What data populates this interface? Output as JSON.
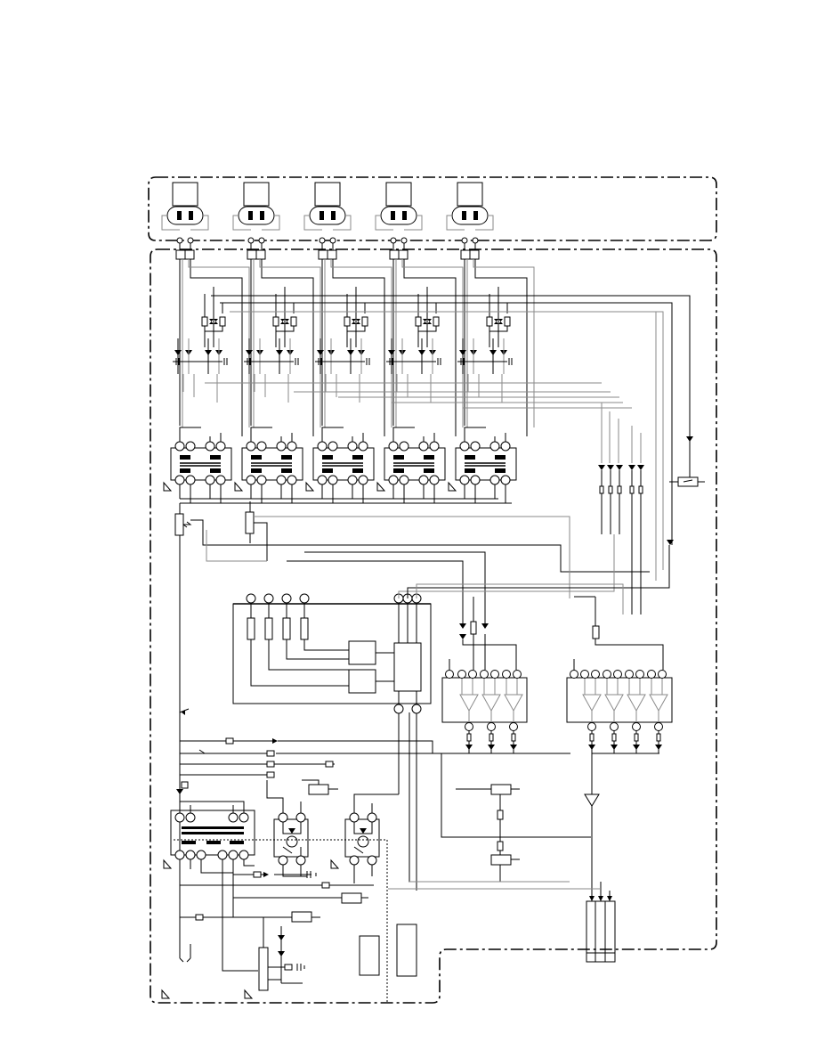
{
  "diagram": {
    "style": {
      "line_color": "#000000",
      "secondary_line_color": "#8a8a8a",
      "background": "#ffffff"
    },
    "outlet_count": 5,
    "transformer_count": 5,
    "opamp_blocks": [
      {
        "amplifiers": 3
      },
      {
        "amplifiers": 4
      }
    ],
    "texts": []
  }
}
